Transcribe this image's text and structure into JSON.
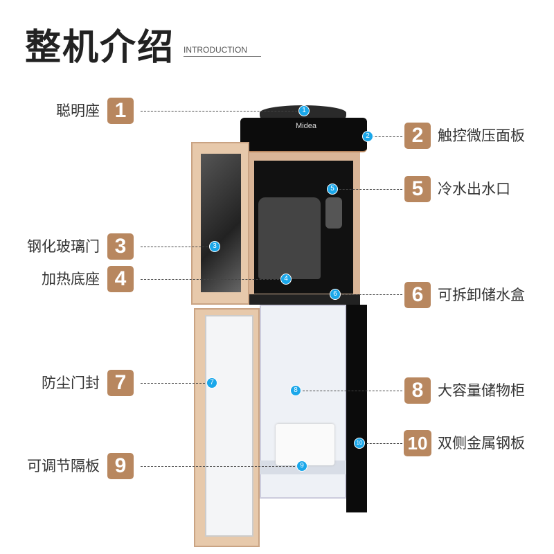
{
  "header": {
    "title": "整机介绍",
    "subtitle": "INTRODUCTION"
  },
  "brand_logo": "Midea",
  "features": [
    {
      "num": "1",
      "label": "聪明座",
      "side": "left"
    },
    {
      "num": "2",
      "label": "触控微压面板",
      "side": "right"
    },
    {
      "num": "3",
      "label": "钢化玻璃门",
      "side": "left"
    },
    {
      "num": "4",
      "label": "加热底座",
      "side": "left"
    },
    {
      "num": "5",
      "label": "冷水出水口",
      "side": "right"
    },
    {
      "num": "6",
      "label": "可拆卸储水盒",
      "side": "right"
    },
    {
      "num": "7",
      "label": "防尘门封",
      "side": "left"
    },
    {
      "num": "8",
      "label": "大容量储物柜",
      "side": "right"
    },
    {
      "num": "9",
      "label": "可调节隔板",
      "side": "left"
    },
    {
      "num": "10",
      "label": "双侧金属钢板",
      "side": "right"
    }
  ],
  "colors": {
    "badge": "#b8875f",
    "marker": "#1aa7ea",
    "body_gold": "#e2c2a4",
    "panel": "#111111"
  }
}
